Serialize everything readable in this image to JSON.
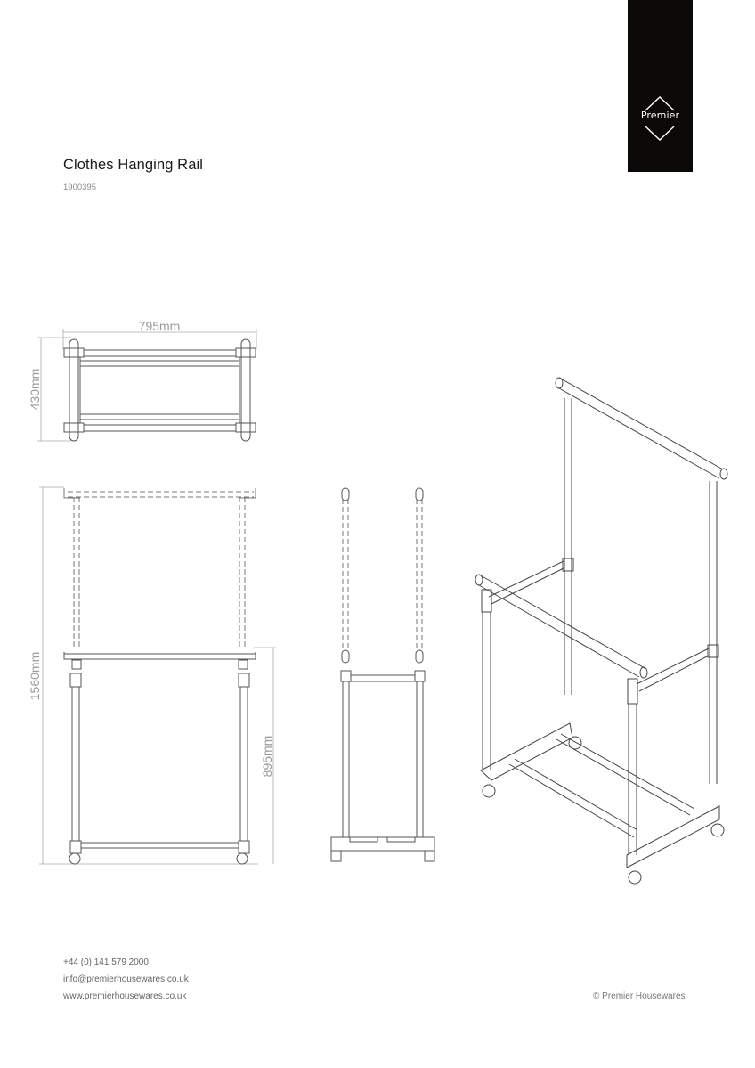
{
  "brand": {
    "logo_text": "Premier",
    "logo_bg": "#0b0808"
  },
  "product": {
    "title": "Clothes Hanging Rail",
    "code": "1900395"
  },
  "dimensions": {
    "width": "795mm",
    "depth": "430mm",
    "max_height": "1560mm",
    "min_height": "895mm"
  },
  "views": [
    {
      "name": "top-view"
    },
    {
      "name": "front-view"
    },
    {
      "name": "side-view"
    },
    {
      "name": "isometric-view"
    }
  ],
  "footer": {
    "phone": "+44 (0) 141 579 2000",
    "email": "info@premierhousewares.co.uk",
    "website": "www.premierhousewares.co.uk",
    "copyright": "© Premier Housewares"
  }
}
